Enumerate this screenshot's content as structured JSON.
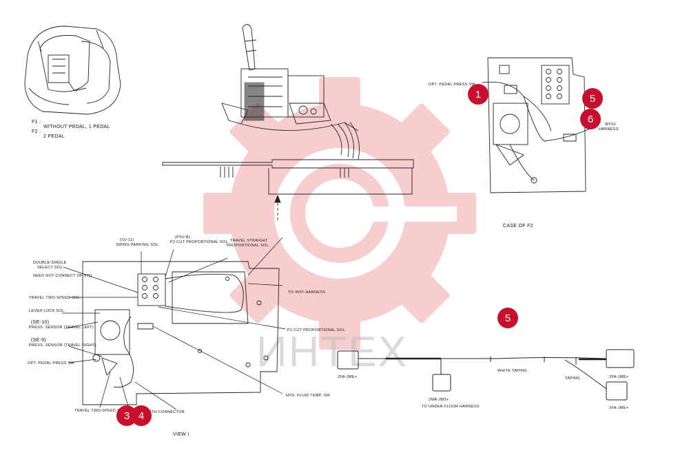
{
  "legend": {
    "f1_key": "F1 :",
    "f1_text": "WITHOUT PEDAL, 1 PEDAL",
    "f2_key": "F2 :",
    "f2_text": "2 PEDAL"
  },
  "case_f2": {
    "caption": "CASE OF F2",
    "pedal_label": "OPT. PEDAL PRESS SW",
    "with_label": "WITH",
    "harness_label": "HARNESS"
  },
  "view1": {
    "caption": "VIEW I",
    "labels": {
      "sv11": "(SV-11)",
      "swing_parking": "SWING PARKING SOL.",
      "psv_b": "(PSV-B)",
      "p2_cut": "P2 CUT PROPORTIONAL SOL.",
      "travel_straight_1": "TRAVEL STRAIGHT",
      "travel_straight_2": "PROPORTIONAL SOL.",
      "double_single_1": "DOUBLE-SINGLE",
      "double_single_2": "SELECT SOL.",
      "need_not_connect": "NEED NOT CONNECT OF STD",
      "travel_two_speed_sol": "TRAVEL TWO-SPEED SOL.",
      "lever_lock": "LEVER LOCK SOL.",
      "se10": "(SE-10)",
      "press_sensor_left": "PRESS. SENSOR (TRAVEL LEFT)",
      "se9": "(SE-9)",
      "press_sensor_right": "PRESS. SENSOR (TRAVEL RIGHT)",
      "opt_pedal": "OPT. PEDAL PRESS SW",
      "travel_two_speed_sw": "TRAVEL TWO-SPEED SW",
      "earth_connector": "EARTH CONNECTOR",
      "to_inst_harness": "TO INST-HARNESS",
      "p1_cut": "P1 CUT PROPORTIONAL SOL.",
      "hyd_fluid": "HYD. FLUID TEMP. SW"
    }
  },
  "harness": {
    "connector_left": "2FA-JME+",
    "connector_middle": "2MA-JM3+",
    "to_under_floor": "TO UNDER FLOOR HARNESS",
    "white_taping": "WHITE TAPING",
    "taping": "TAPING",
    "connector_right_top": "2FA-JME+",
    "connector_right_bottom": "2FA-JME+"
  },
  "callouts": {
    "c1": "1",
    "c5_top": "5",
    "c6": "6",
    "c5_bottom": "5",
    "c3": "3",
    "c4": "4"
  },
  "watermark": {
    "text": "ИНТЕХ"
  },
  "colors": {
    "callout": "#c8102e",
    "watermark_gear": "#f2a6a6",
    "line": "#1a1a1a"
  }
}
